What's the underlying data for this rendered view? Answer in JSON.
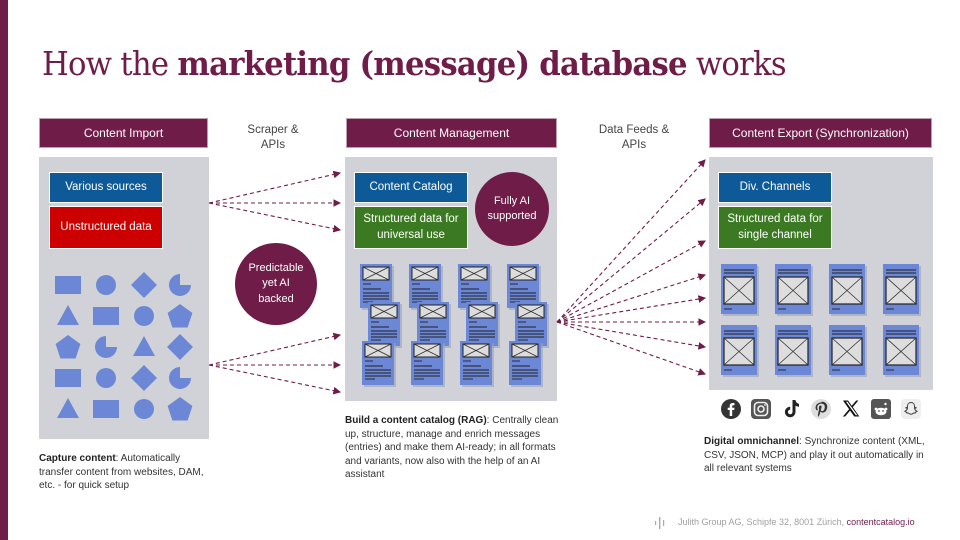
{
  "title": {
    "part1": "How the ",
    "bold": "marketing (message) database",
    "part2": " works"
  },
  "colors": {
    "brand": "#6f1c49",
    "panel": "#d1d2d7",
    "blue": "#0e5a99",
    "red": "#cc0000",
    "green": "#3b7a23",
    "shape": "#6b87d6"
  },
  "columns": {
    "import": {
      "header": "Content Import",
      "box1": "Various sources",
      "box2": "Unstructured data",
      "desc_bold": "Capture content",
      "desc_text": ": Automatically transfer content from websites, DAM, etc. - for quick setup"
    },
    "management": {
      "header": "Content Management",
      "box1": "Content Catalog",
      "box2": "Structured data for universal use",
      "circle": "Fully AI supported",
      "desc_bold": "Build a content catalog (RAG)",
      "desc_text": ": Centrally clean up, structure, manage and enrich messages (entries) and make them AI-ready; in all formats and variants, now also with the help of an AI assistant"
    },
    "export": {
      "header": "Content Export (Synchronization)",
      "box1": "Div. Channels",
      "box2": "Structured data for single channel",
      "desc_bold": "Digital omnichannel",
      "desc_text": ": Synchronize content (XML, CSV, JSON, MCP) and play it out automatically in all relevant systems"
    }
  },
  "connectors": {
    "left_label": "Scraper & APIs",
    "left_circle": "Predictable yet AI backed",
    "right_label": "Data Feeds & APIs"
  },
  "shapes_grid": [
    [
      "rect",
      "circle",
      "diamond",
      "pie"
    ],
    [
      "triangle",
      "rect",
      "circle",
      "pentagon"
    ],
    [
      "pentagon",
      "pie",
      "triangle",
      "diamond"
    ],
    [
      "rect",
      "circle",
      "diamond",
      "pie"
    ],
    [
      "triangle",
      "rect",
      "circle",
      "pentagon"
    ]
  ],
  "social_icons": [
    "facebook-icon",
    "instagram-icon",
    "tiktok-icon",
    "pinterest-icon",
    "x-icon",
    "reddit-icon",
    "snapchat-icon"
  ],
  "footer": {
    "text": "Julith Group AG, Schipfe 32, 8001 Zürich, ",
    "link": "contentcatalog.io"
  }
}
